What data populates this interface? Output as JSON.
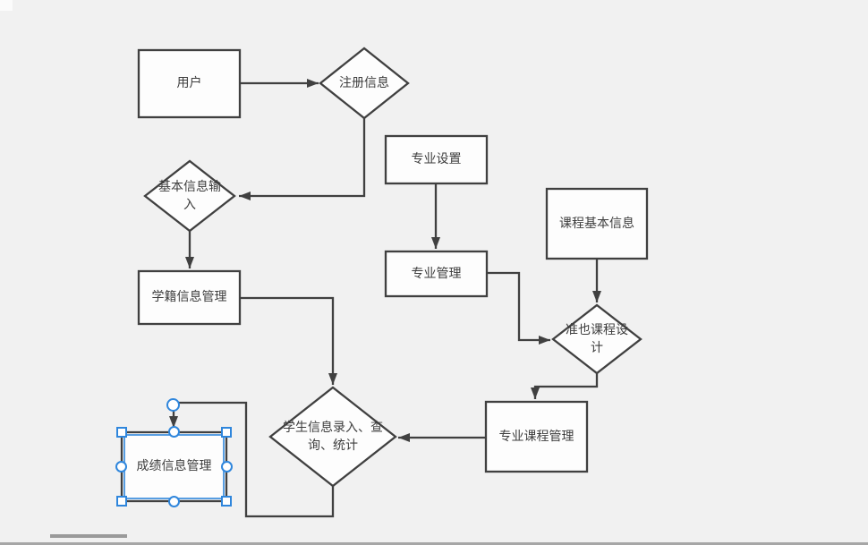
{
  "app": {
    "background_color": "#f1f1f1",
    "shape_fill_color": "#fdfdfd",
    "shape_stroke_color": "#404040",
    "text_color": "#3d3d3d",
    "selection_color": "#2f86dc",
    "scrollbar_thumb_color": "#9a9a9a"
  },
  "diagram": {
    "nodes": [
      {
        "id": "user",
        "type": "rect",
        "label": "用户"
      },
      {
        "id": "register-info",
        "type": "diamond",
        "label": "注册信息"
      },
      {
        "id": "major-setup",
        "type": "rect",
        "label": "专业设置"
      },
      {
        "id": "basic-info-input",
        "type": "diamond",
        "label": "基本信息输入"
      },
      {
        "id": "course-basic-info",
        "type": "rect",
        "label": "课程基本信息"
      },
      {
        "id": "major-management",
        "type": "rect",
        "label": "专业管理"
      },
      {
        "id": "student-status-management",
        "type": "rect",
        "label": "学籍信息管理"
      },
      {
        "id": "major-course-design",
        "type": "diamond",
        "label": "准也课程设计"
      },
      {
        "id": "major-course-management",
        "type": "rect",
        "label": "专业课程管理"
      },
      {
        "id": "student-info-operations",
        "type": "diamond",
        "label": "学生信息录入、查询、统计"
      },
      {
        "id": "grade-info-management",
        "type": "rect",
        "label": "成绩信息管理",
        "selected": true
      }
    ],
    "edges": [
      {
        "from": "user",
        "to": "register-info"
      },
      {
        "from": "register-info",
        "to": "basic-info-input"
      },
      {
        "from": "basic-info-input",
        "to": "student-status-management"
      },
      {
        "from": "major-setup",
        "to": "major-management"
      },
      {
        "from": "major-management",
        "to": "major-course-design"
      },
      {
        "from": "course-basic-info",
        "to": "major-course-design"
      },
      {
        "from": "major-course-design",
        "to": "major-course-management"
      },
      {
        "from": "major-course-management",
        "to": "student-info-operations"
      },
      {
        "from": "student-status-management",
        "to": "student-info-operations"
      },
      {
        "from": "student-info-operations",
        "to": "grade-info-management"
      }
    ],
    "selection": {
      "selected_node_label": "成绩信息管理"
    }
  }
}
